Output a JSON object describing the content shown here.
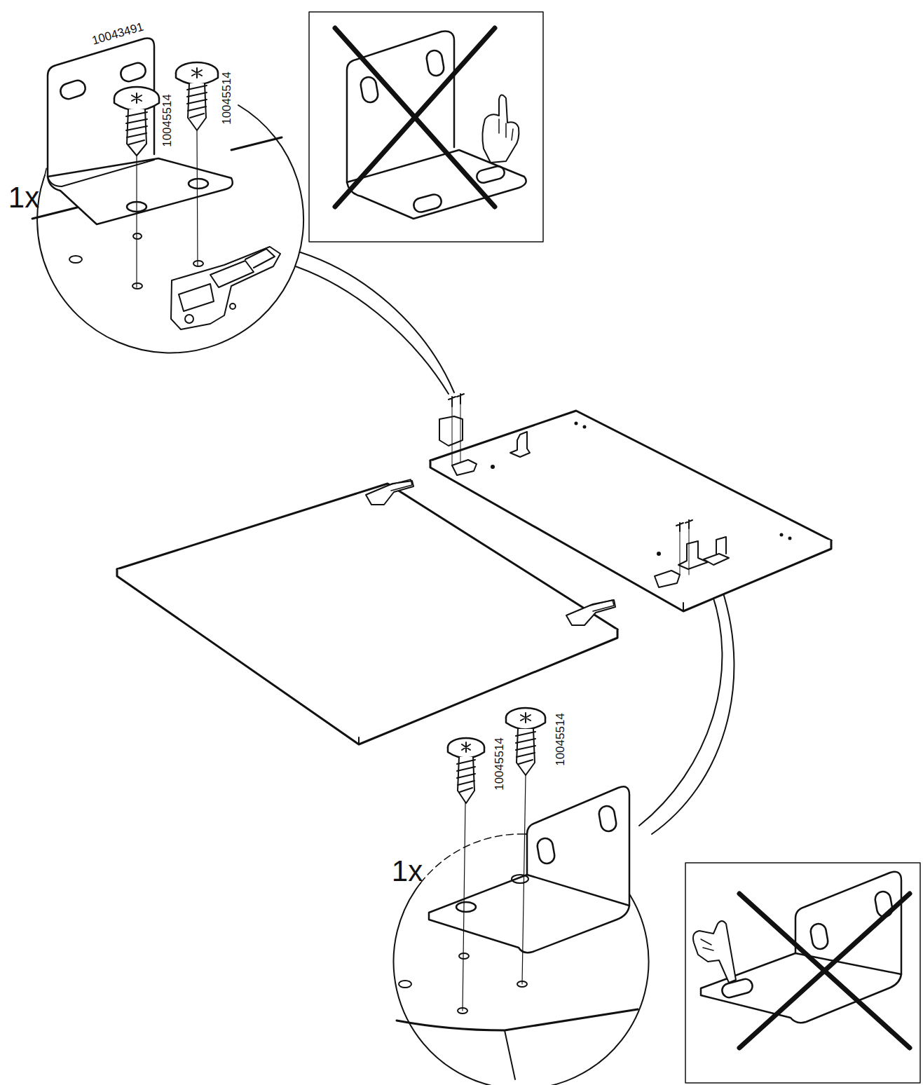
{
  "diagram": {
    "labels": [
      "10043491",
      "10045514",
      "10045514",
      "1x",
      "10045514",
      "10045514",
      "1x"
    ]
  }
}
